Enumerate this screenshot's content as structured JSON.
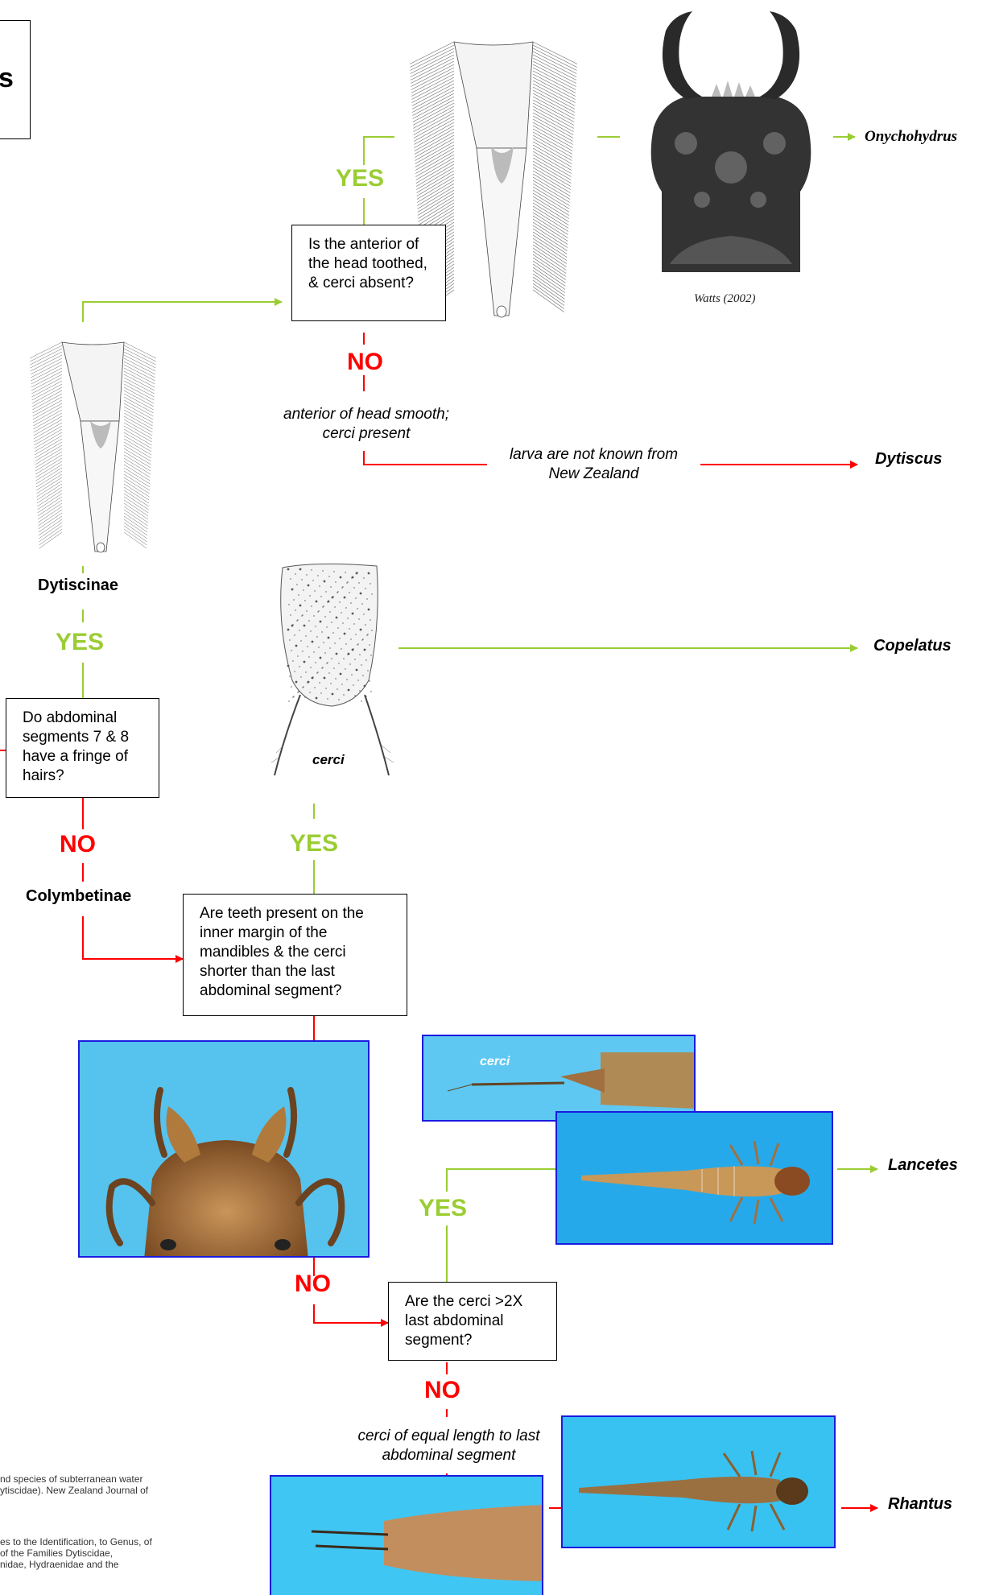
{
  "colors": {
    "yes": "#9acd32",
    "no": "#ff0000",
    "photo_border": "#1a1ae0",
    "photo_bg": "#33b8f0"
  },
  "header_title_fragment": "s",
  "questions": {
    "q_anterior_head": "Is the anterior of the head toothed, & cerci absent?",
    "q_abdominal_fringe": "Do abdominal segments 7 & 8 have a fringe of hairs?",
    "q_teeth_mandibles": "Are teeth present on the inner margin of the mandibles & the cerci shorter than the last abdominal segment?",
    "q_cerci_length": "Are the cerci >2X last abdominal segment?"
  },
  "answers": {
    "yes": "YES",
    "no": "NO"
  },
  "subfamilies": {
    "dytiscinae": "Dytiscinae",
    "colymbetinae": "Colymbetinae"
  },
  "genera": {
    "onychohydrus": "Onychohydrus",
    "dytiscus": "Dytiscus",
    "copelatus": "Copelatus",
    "lancetes": "Lancetes",
    "rhantus": "Rhantus"
  },
  "notes": {
    "anterior_smooth": "anterior of head smooth; cerci present",
    "larva_unknown": "larva are not known from New Zealand",
    "cerci_equal": "cerci of equal length to last abdominal segment"
  },
  "labels": {
    "cerci_drawing": "cerci",
    "cerci_photo": "cerci"
  },
  "credits": {
    "watts": "Watts (2002)"
  },
  "references": {
    "ref1_line1": "nd species of subterranean water",
    "ref1_line2": "ytiscidae). New Zealand Journal of",
    "ref2_line1": "es to the Identification, to Genus, of",
    "ref2_line2": "of the Families Dytiscidae,",
    "ref2_line3": "nidae, Hydraenidae and the"
  }
}
